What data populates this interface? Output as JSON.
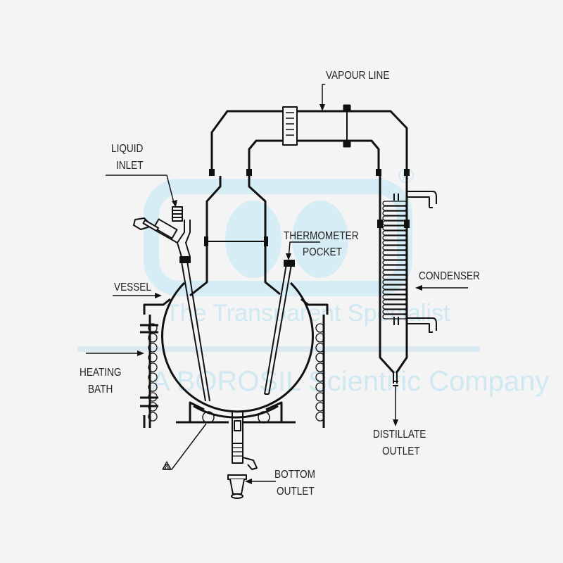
{
  "labels": {
    "vapour_line": "VAPOUR LINE",
    "liquid_inlet_1": "LIQUID",
    "liquid_inlet_2": "INLET",
    "thermometer_1": "THERMOMETER",
    "thermometer_2": "POCKET",
    "vessel": "VESSEL",
    "condenser": "CONDENSER",
    "heating_1": "HEATING",
    "heating_2": "BATH",
    "distillate_1": "DISTILLATE",
    "distillate_2": "OUTLET",
    "bottom_1": "BOTTOM",
    "bottom_2": "OUTLET"
  },
  "watermark": {
    "tagline": "The Transparent Specialist",
    "company": "A BOROSIL Scientific Company",
    "registered": "®"
  },
  "colors": {
    "background": "#f4f4f4",
    "line": "#111111",
    "watermark": "#cfe8f1"
  }
}
